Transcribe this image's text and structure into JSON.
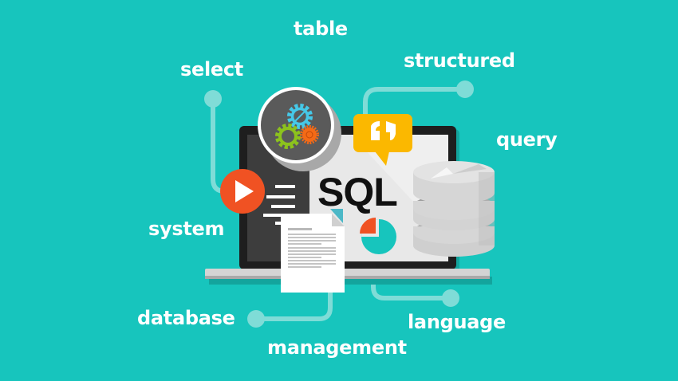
{
  "illustration": {
    "title": "SQL",
    "keywords": {
      "table": "table",
      "select": "select",
      "structured": "structured",
      "query": "query",
      "system": "system",
      "database": "database",
      "management": "management",
      "language": "language"
    },
    "colors": {
      "background": "#17c5bd",
      "connector": "#7fdcd7",
      "laptop_bezel": "#1e1e1e",
      "screen_left": "#3d3d3d",
      "screen_right": "#e8e8e8",
      "gear_badge": "#5a5a5a",
      "gear_blue": "#45c8e8",
      "gear_green": "#8cc21d",
      "gear_orange": "#f56a16",
      "chat_bubble": "#fbb800",
      "play_button": "#f05223",
      "pie_orange": "#f05223",
      "pie_teal": "#17c5bd",
      "database": "#d9d9d9"
    }
  }
}
